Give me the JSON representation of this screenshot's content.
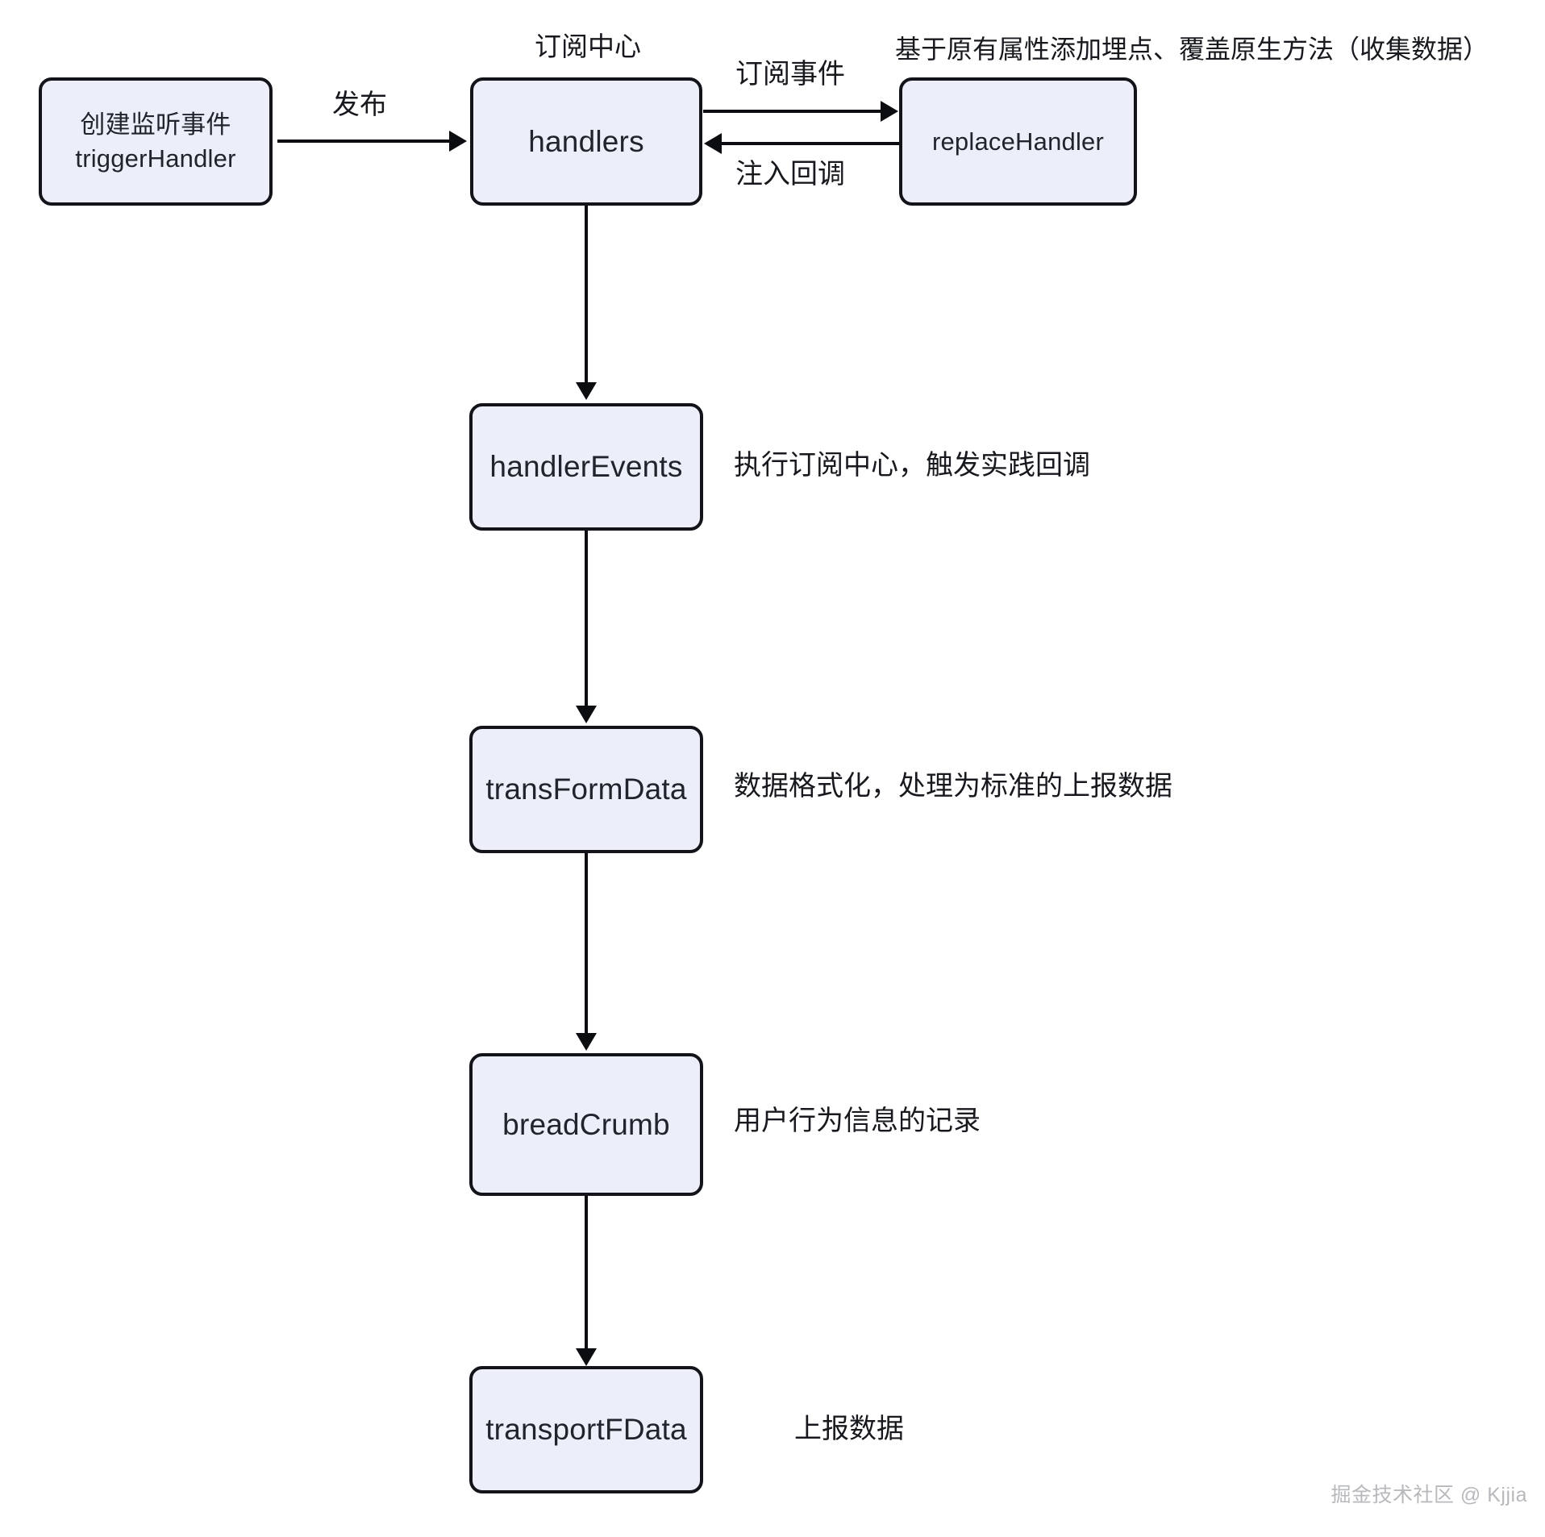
{
  "diagram": {
    "title_note_top": "订阅中心",
    "note_replace_handler": "基于原有属性添加埋点、覆盖原生方法（收集数据）",
    "nodes": {
      "trigger_handler": {
        "line1": "创建监听事件",
        "line2": "triggerHandler"
      },
      "handlers": {
        "label": "handlers"
      },
      "replace_handler": {
        "label": "replaceHandler"
      },
      "handler_events": {
        "label": "handlerEvents"
      },
      "transform_data": {
        "label": "transFormData"
      },
      "bread_crumb": {
        "label": "breadCrumb"
      },
      "transport_f_data": {
        "label": "transportFData"
      }
    },
    "edge_labels": {
      "publish": "发布",
      "subscribe_event": "订阅事件",
      "inject_callback": "注入回调"
    },
    "annotations": {
      "handler_events": "执行订阅中心，触发实践回调",
      "transform_data": "数据格式化，处理为标准的上报数据",
      "bread_crumb": "用户行为信息的记录",
      "transport_f_data": "上报数据"
    },
    "watermark": "掘金技术社区 @ Kjjia",
    "colors": {
      "node_fill": "#eceff9",
      "node_stroke": "#12141a",
      "text": "#20242c",
      "edge": "#0c0d10",
      "watermark": "#b7b9bd",
      "background": "#ffffff"
    }
  }
}
